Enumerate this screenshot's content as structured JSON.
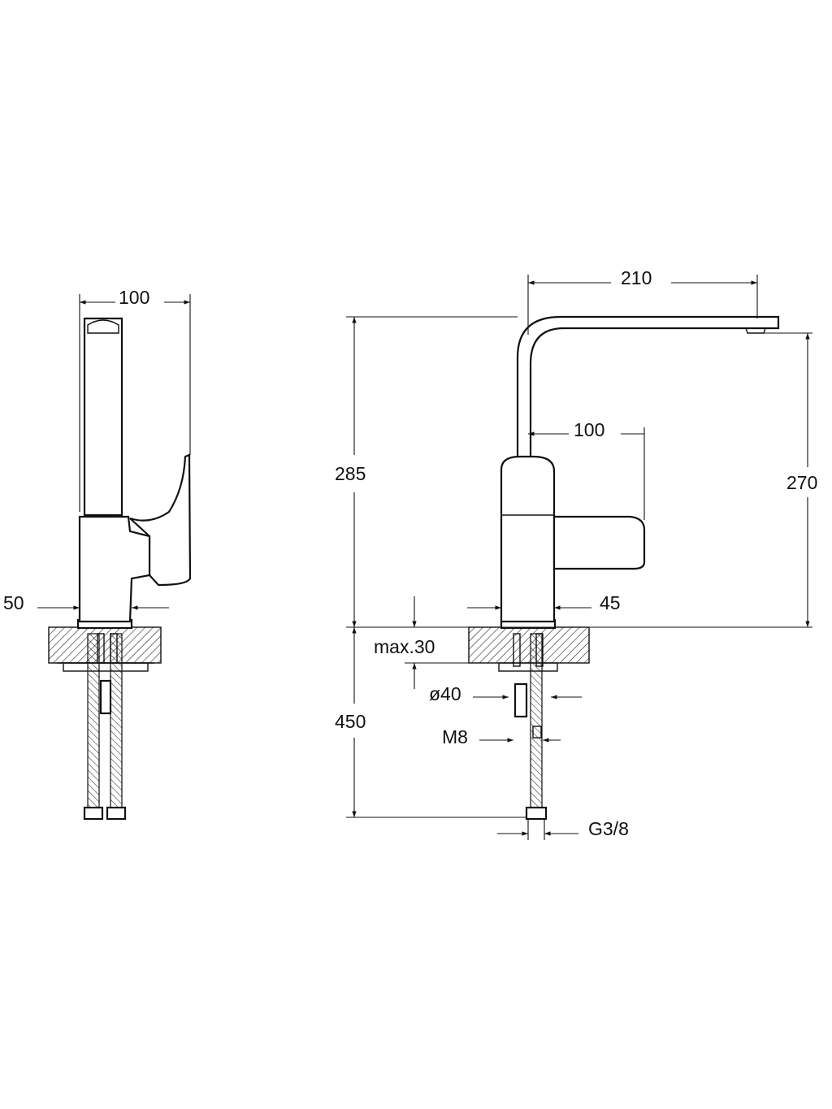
{
  "side_view": {
    "dim_width": "100",
    "dim_base": "50"
  },
  "front_view": {
    "dim_spout_reach": "210",
    "dim_total_height": "285",
    "dim_lever": "100",
    "dim_spout_height": "270",
    "dim_body": "45",
    "dim_max_thickness": "max.30",
    "dim_hole_diameter": "ø40",
    "dim_thread": "M8",
    "dim_hose_length": "450",
    "dim_connection": "G3/8"
  }
}
